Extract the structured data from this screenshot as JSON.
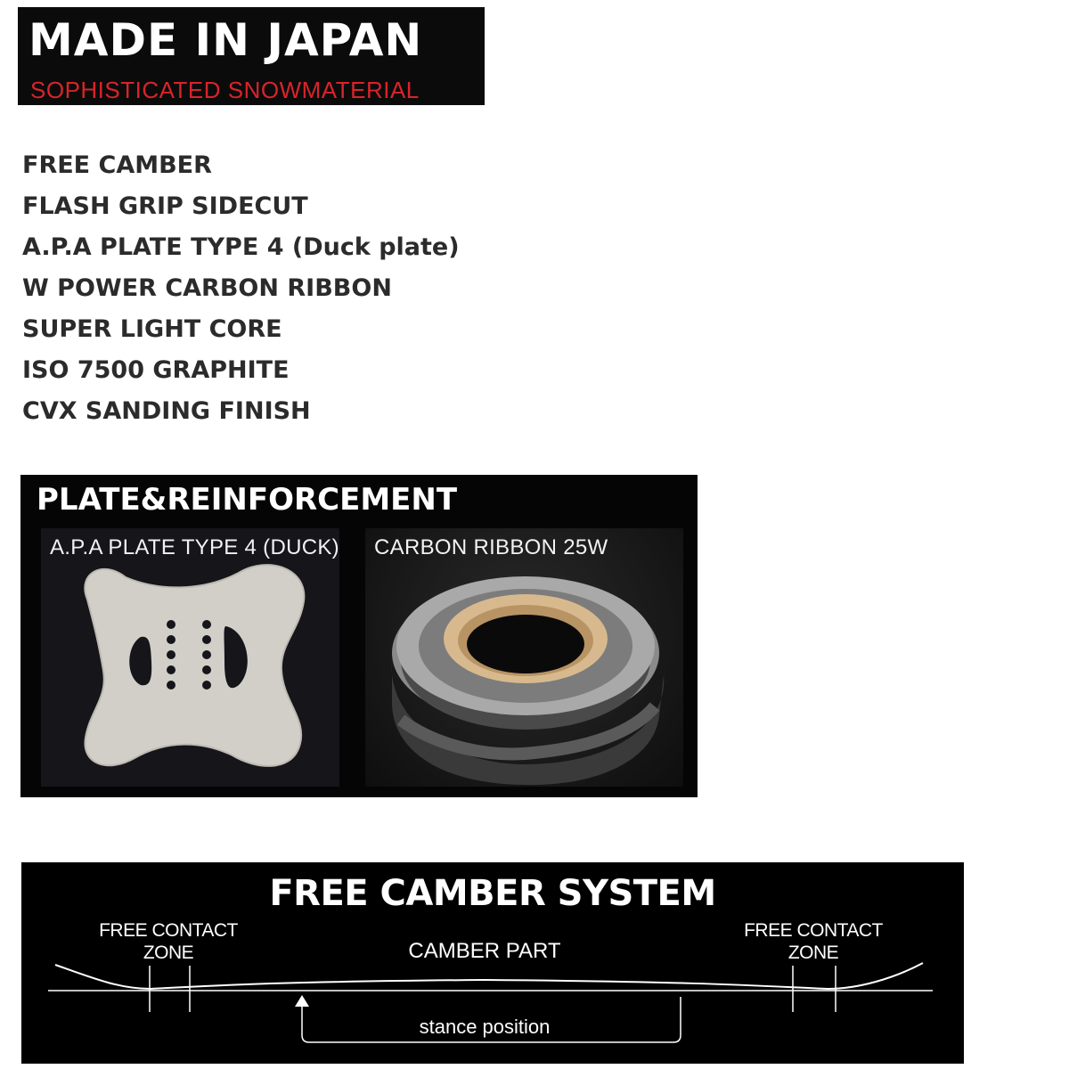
{
  "badge": {
    "title": "MADE IN JAPAN",
    "subtitle": "SOPHISTICATED SNOWMATERIAL",
    "subtitle_color": "#d8242a"
  },
  "features": [
    "FREE CAMBER",
    "FLASH GRIP SIDECUT",
    "A.P.A PLATE TYPE 4 (Duck plate)",
    "W POWER CARBON RIBBON",
    "SUPER LIGHT CORE",
    "ISO 7500 GRAPHITE",
    "CVX SANDING FINISH"
  ],
  "plate_section": {
    "title": "PLATE&REINFORCEMENT",
    "left_caption": "A.P.A PLATE TYPE 4 (DUCK)",
    "right_caption": "CARBON RIBBON 25W"
  },
  "camber_section": {
    "title": "FREE CAMBER SYSTEM",
    "zone_left": "FREE CONTACT\nZONE",
    "zone_right": "FREE CONTACT\nZONE",
    "camber_part": "CAMBER PART",
    "stance_position": "stance position"
  }
}
